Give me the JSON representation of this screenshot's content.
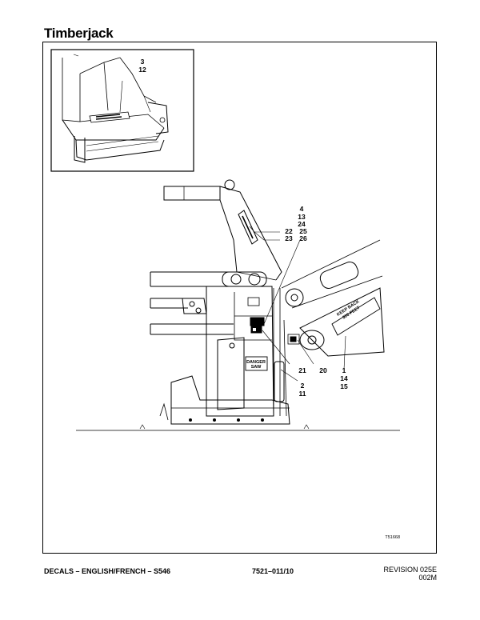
{
  "header": {
    "brand": "Timberjack"
  },
  "inset": {
    "callouts": [
      "3",
      "12"
    ]
  },
  "callouts": {
    "group_upper": [
      "4",
      "13",
      "24"
    ],
    "group_22_25": {
      "left": "22",
      "right": "25"
    },
    "group_23_26": {
      "left": "23",
      "right": "26"
    },
    "c21": "21",
    "c20": "20",
    "group_2_11": [
      "2",
      "11"
    ],
    "group_1_14_15": [
      "1",
      "14",
      "15"
    ]
  },
  "decals": {
    "keep_back": [
      "KEEP BACK",
      "300 FEET"
    ],
    "danger_saw": [
      "DANGER",
      "SAW"
    ]
  },
  "drawing_id": "T51668",
  "footer": {
    "title": "DECALS – ENGLISH/FRENCH – S546",
    "doc_number": "7521–011/10",
    "revision": "REVISION 025E",
    "revision_code": "002M"
  }
}
